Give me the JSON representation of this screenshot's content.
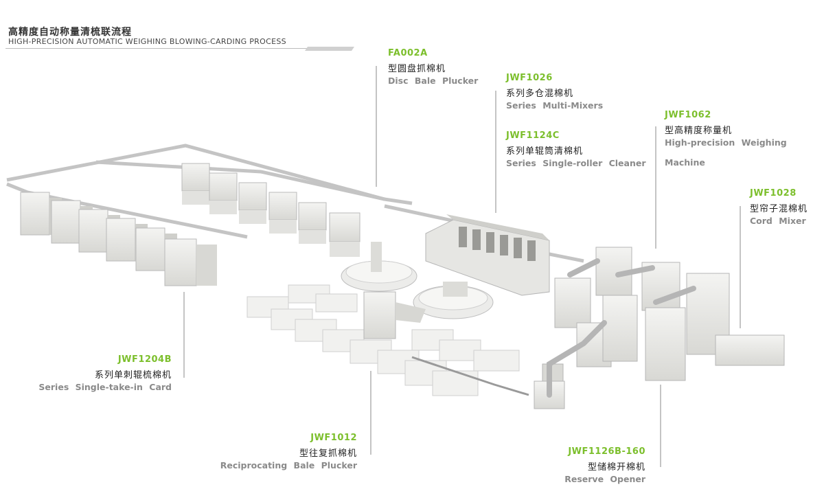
{
  "header": {
    "title_cn": "高精度自动称量清梳联流程",
    "title_en": "HIGH-PRECISION AUTOMATIC WEIGHING BLOWING-CARDING PROCESS"
  },
  "labels": {
    "fa002a": {
      "code": "FA002A",
      "cn": "型圆盘抓棉机",
      "en": "Disc Bale Plucker"
    },
    "jwf1026": {
      "code": "JWF1026",
      "cn": "系列多仓混棉机",
      "en": "Series Multi-Mixers"
    },
    "jwf1124c": {
      "code": "JWF1124C",
      "cn": "系列单辊筒清棉机",
      "en": "Series Single-roller Cleaner"
    },
    "jwf1062": {
      "code": "JWF1062",
      "cn": "型高精度称量机",
      "en1": "High-precision Weighing",
      "en2": "Machine"
    },
    "jwf1028": {
      "code": "JWF1028",
      "cn": "型帘子混棉机",
      "en": "Cord Mixer"
    },
    "jwf1204b": {
      "code": "JWF1204B",
      "cn": "系列单刺辊梳棉机",
      "en": "Series Single-take-in Card"
    },
    "jwf1012": {
      "code": "JWF1012",
      "cn": "型往复抓棉机",
      "en": "Reciprocating Bale Plucker"
    },
    "jwf1126b": {
      "code": "JWF1126B-160",
      "cn": "型储棉开棉机",
      "en": "Reserve Opener"
    }
  },
  "colors": {
    "accent": "#7cbf2c",
    "machine": "#e9e9e6",
    "line": "#8a8a8a"
  }
}
